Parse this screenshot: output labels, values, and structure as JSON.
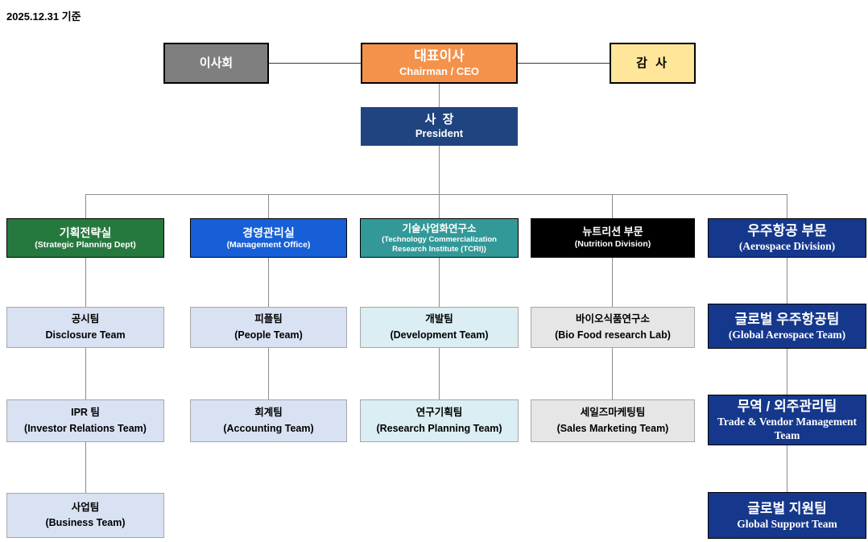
{
  "page": {
    "as_of": "2025.12.31 기준"
  },
  "nodes": {
    "board": {
      "ko": "이사회"
    },
    "ceo": {
      "ko": "대표이사",
      "en": "Chairman / CEO"
    },
    "auditor": {
      "ko": "감 사"
    },
    "president": {
      "ko": "사  장",
      "en": "President"
    }
  },
  "columns": [
    {
      "division": {
        "ko": "기획전략실",
        "en": "(Strategic Planning Dept)",
        "color": "#26793e"
      },
      "teams": [
        {
          "ko": "공시팀",
          "en": "Disclosure Team"
        },
        {
          "ko": "IPR 팀",
          "en": "(Investor Relations Team)"
        },
        {
          "ko": "사업팀",
          "en": "(Business Team)"
        }
      ]
    },
    {
      "division": {
        "ko": "경영관리실",
        "en": "(Management Office)",
        "color": "#175fd6"
      },
      "teams": [
        {
          "ko": "피플팀",
          "en": "(People Team)"
        },
        {
          "ko": "회계팀",
          "en": "(Accounting Team)"
        }
      ]
    },
    {
      "division": {
        "ko": "기술사업화연구소",
        "en": "(Technology Commercialization Research Institute (TCRI))",
        "color": "#339898"
      },
      "teams": [
        {
          "ko": "개발팀",
          "en": "(Development Team)"
        },
        {
          "ko": "연구기획팀",
          "en": "(Research Planning Team)"
        }
      ]
    },
    {
      "division": {
        "ko": "뉴트리션 부문",
        "en": "(Nutrition Division)",
        "color": "#000000"
      },
      "teams": [
        {
          "ko": "바이오식품연구소",
          "en": "(Bio Food research Lab)"
        },
        {
          "ko": "세일즈마케팅팀",
          "en": "(Sales Marketing Team)"
        }
      ]
    },
    {
      "division": {
        "ko": "우주항공 부문",
        "en": "(Aerospace Division)",
        "color": "#15388c"
      },
      "teams": [
        {
          "ko": "글로벌 우주항공팀",
          "en": "(Global Aerospace Team)"
        },
        {
          "ko": "무역 / 외주관리팀",
          "en": "Trade & Vendor Management Team"
        },
        {
          "ko": "글로벌 지원팀",
          "en": "Global Support Team"
        }
      ]
    }
  ],
  "colors": {
    "board": "#7f7f7f",
    "ceo": "#f4924b",
    "auditor": "#ffe699",
    "president": "#1f4480",
    "aerospace_navy": "#15388c",
    "team_light_blue": "#d9e2f3",
    "team_light_cyan": "#daeef3",
    "team_light_gray": "#e7e6e6",
    "connector": "#8c8c8c"
  }
}
